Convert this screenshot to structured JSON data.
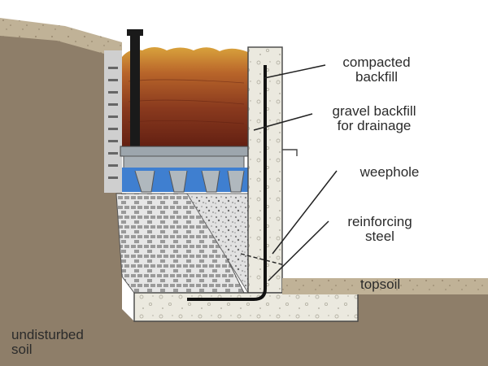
{
  "labels": {
    "compacted_backfill": [
      "compacted",
      "backfill"
    ],
    "gravel_backfill": [
      "gravel backfill",
      "for drainage"
    ],
    "weephole": "weephole",
    "reinforcing_steel": [
      "reinforcing",
      "steel"
    ],
    "topsoil": "topsoil",
    "undisturbed_soil": [
      "undisturbed",
      "soil"
    ]
  },
  "colors": {
    "undisturbed_soil": "#8d7d68",
    "topsoil": "#b3a488",
    "concrete": "#e9e7dc",
    "gravel": "#d9d9d9",
    "brick": "#bcbcbc",
    "water": "#3f7fd0",
    "backfill_top": "#cf8f2f",
    "backfill_bottom": "#6f2415",
    "steel": "#111111"
  }
}
